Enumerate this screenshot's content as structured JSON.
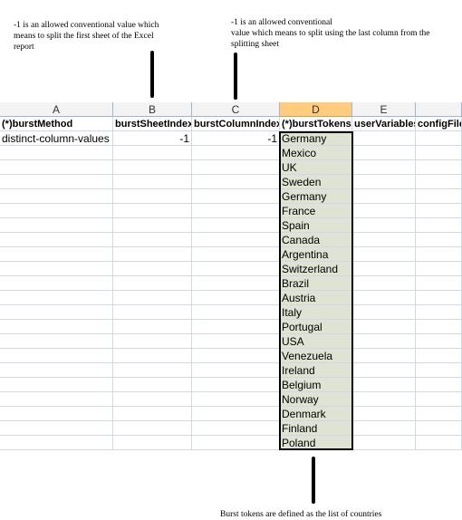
{
  "annotations": {
    "top_left": "-1 is an allowed conventional value which\nmeans to split the first sheet of the Excel\nreport",
    "top_right": "-1 is an allowed conventional\nvalue which means to split using the last column from the\nsplitting sheet",
    "bottom": "Burst tokens are defined as the list of countries"
  },
  "sheet": {
    "column_letters": [
      "A",
      "B",
      "C",
      "D",
      "E",
      ""
    ],
    "selected_column": "D",
    "headers": [
      "(*)burstMethod",
      "burstSheetIndex",
      "burstColumnIndex",
      "(*)burstTokens",
      "userVariables",
      "configFile"
    ],
    "row1": {
      "burst_method": "distinct-column-values",
      "burst_sheet_index": "-1",
      "burst_column_index": "-1"
    },
    "burst_tokens": [
      "Germany",
      "Mexico",
      "UK",
      "Sweden",
      "Germany",
      "France",
      "Spain",
      "Canada",
      "Argentina",
      "Switzerland",
      "Brazil",
      "Austria",
      "Italy",
      "Portugal",
      "USA",
      "Venezuela",
      "Ireland",
      "Belgium",
      "Norway",
      "Denmark",
      "Finland",
      "Poland"
    ]
  }
}
